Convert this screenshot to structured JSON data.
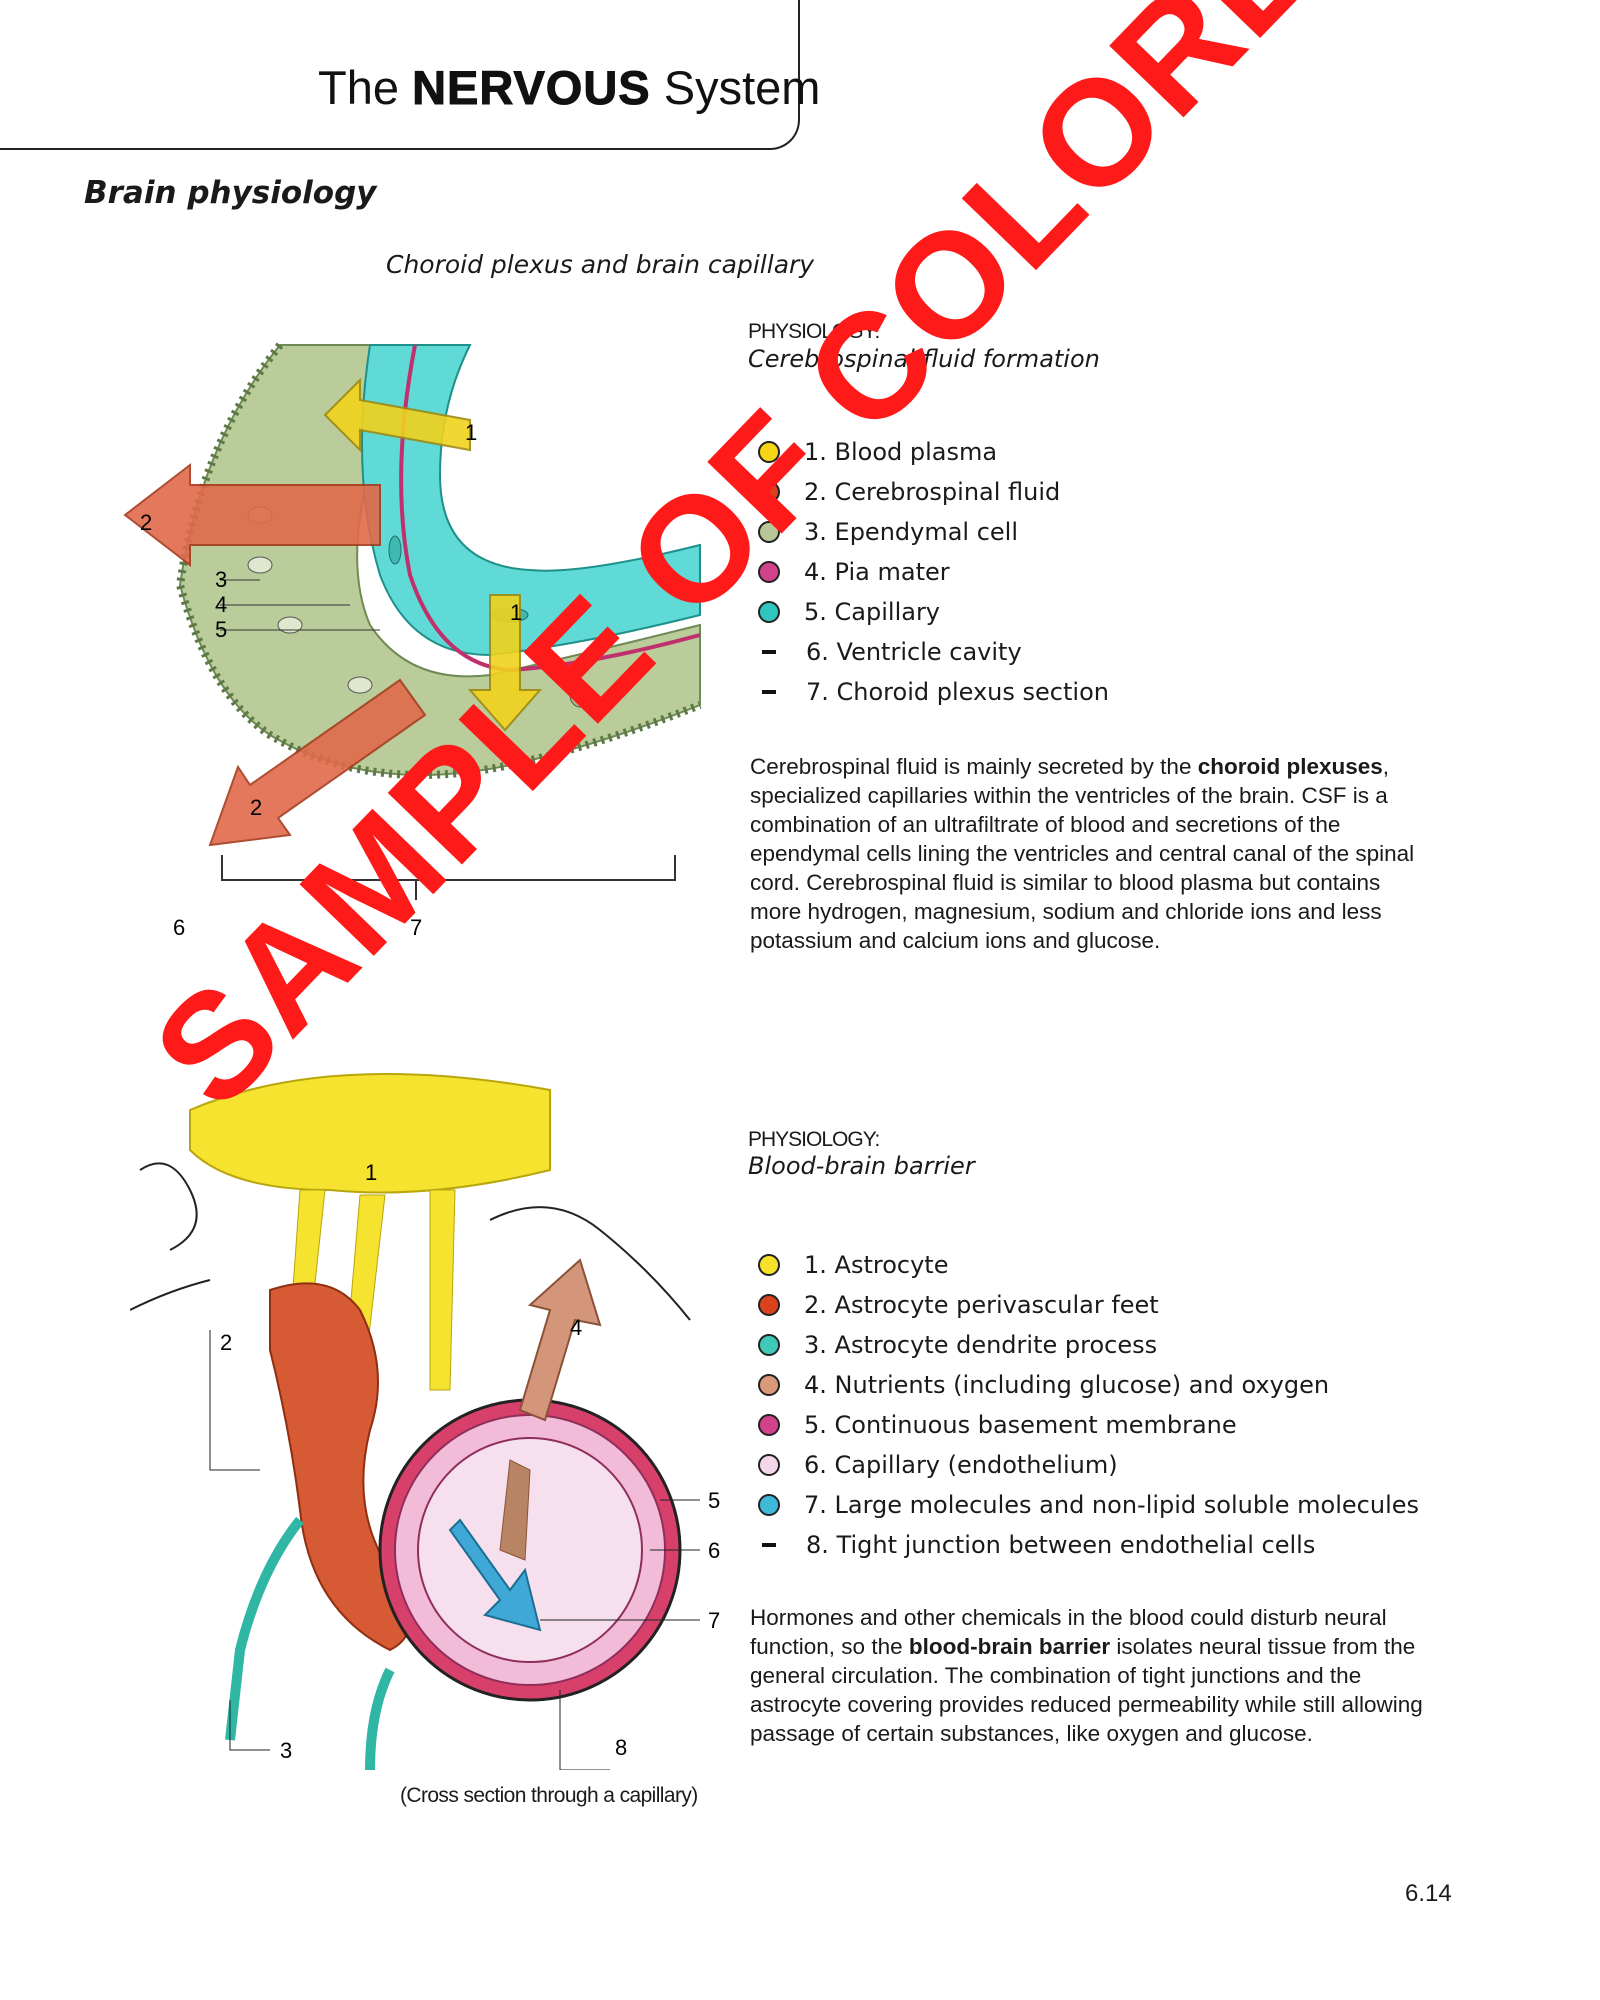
{
  "header": {
    "title_prefix": "The",
    "title_emphasis": "NERVOUS",
    "title_suffix": "System"
  },
  "section_title": "Brain physiology",
  "figure1": {
    "caption": "Choroid plexus and brain capillary",
    "labels": [
      "1",
      "1",
      "2",
      "2",
      "3",
      "4",
      "5",
      "6",
      "7"
    ],
    "physiology_label": "PHYSIOLOGY:",
    "physiology_title": "Cerebrospinal fluid formation",
    "legend": [
      {
        "text": "1. Blood plasma",
        "color": "#f5d516",
        "marker": "dot"
      },
      {
        "text": "2. Cerebrospinal fluid",
        "color": "#d8421e",
        "marker": "dot"
      },
      {
        "text": "3. Ependymal cell",
        "color": "#b7c795",
        "marker": "dot"
      },
      {
        "text": "4. Pia mater",
        "color": "#d0428a",
        "marker": "dot"
      },
      {
        "text": "5. Capillary",
        "color": "#2fc6c0",
        "marker": "dot"
      },
      {
        "text": "6. Ventricle cavity",
        "color": "",
        "marker": "dash"
      },
      {
        "text": "7. Choroid plexus section",
        "color": "",
        "marker": "dash"
      }
    ],
    "paragraph": {
      "p1": "Cerebrospinal fluid is mainly secreted by the ",
      "b1": "choroid plexuses",
      "p2": ", specialized capillaries within the ventricles of the brain. CSF is a combination of an ultrafiltrate of blood and secretions of the ependymal cells lining the ventricles and central canal of the spinal cord. Cerebrospinal fluid is similar to blood plasma but contains more hydrogen, magnesium, sodium and chloride ions and less potassium and calcium ions and glucose."
    }
  },
  "figure2": {
    "labels": [
      "1",
      "2",
      "3",
      "4",
      "5",
      "6",
      "7",
      "8"
    ],
    "physiology_label": "PHYSIOLOGY:",
    "physiology_title": "Blood-brain barrier",
    "legend": [
      {
        "text": "1. Astrocyte",
        "color": "#f5e02a",
        "marker": "dot"
      },
      {
        "text": "2. Astrocyte perivascular feet",
        "color": "#d8421e",
        "marker": "dot"
      },
      {
        "text": "3. Astrocyte dendrite process",
        "color": "#3ec9b8",
        "marker": "dot"
      },
      {
        "text": "4. Nutrients (including glucose) and oxygen",
        "color": "#d89a78",
        "marker": "dot"
      },
      {
        "text": "5. Continuous basement membrane",
        "color": "#d0428a",
        "marker": "dot"
      },
      {
        "text": "6. Capillary (endothelium)",
        "color": "#f4d6ea",
        "marker": "dot"
      },
      {
        "text": "7. Large molecules and non-lipid soluble molecules",
        "color": "#3fb9d9",
        "marker": "dot"
      },
      {
        "text": "8. Tight junction between endothelial cells",
        "color": "",
        "marker": "dash"
      }
    ],
    "paragraph": {
      "p1": "Hormones and other chemicals in the blood could disturb neural function, so the ",
      "b1": "blood-brain barrier",
      "p2": " isolates neural tissue from the general circulation. The combination of tight junctions and the astrocyte covering provides reduced permeability while still allowing passage of certain substances, like oxygen and glucose."
    },
    "caption": "(Cross section through a capillary)"
  },
  "watermark": "SAMPLE OF COLORED PAGE",
  "page_number": "6.14"
}
